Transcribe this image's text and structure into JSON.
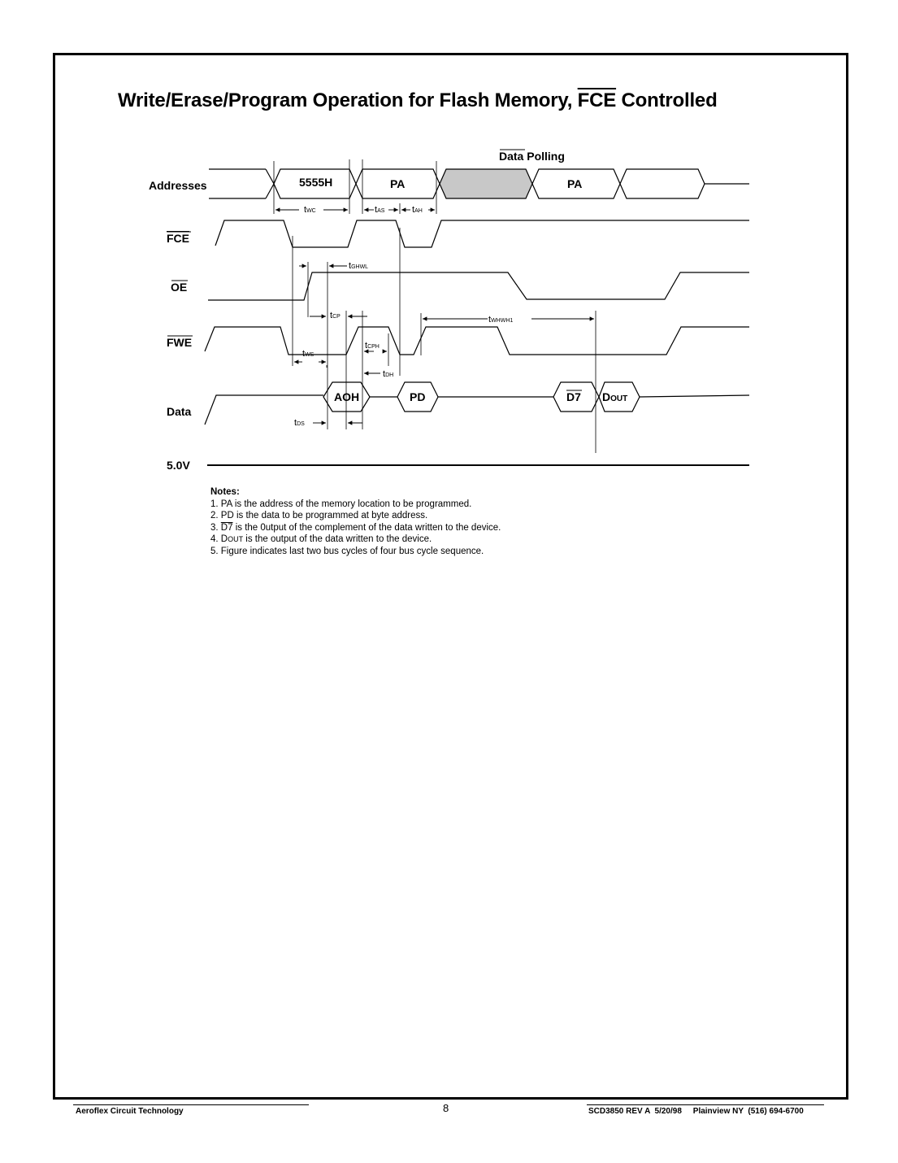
{
  "title": {
    "pre": "Write/Erase/Program Operation for Flash Memory, ",
    "overbar": "FCE",
    "post": " Controlled"
  },
  "signals": {
    "addresses": "Addresses",
    "fce": "FCE",
    "oe": "OE",
    "fwe": "FWE",
    "data": "Data",
    "vcc": "5.0V"
  },
  "bus_labels": {
    "addr_5555h": "5555H",
    "addr_pa_1": "PA",
    "addr_pa_2": "PA",
    "data_polling_overbar": "Data",
    "data_polling_rest": " Polling",
    "data_aoh": "AOH",
    "data_pd": "PD",
    "data_d7": "D7",
    "data_dout_d": "D",
    "data_dout_rest": "OUT"
  },
  "timing": {
    "twc": {
      "t": "t",
      "sub": "WC"
    },
    "tas": {
      "t": "t",
      "sub": "AS"
    },
    "tah": {
      "t": "t",
      "sub": "AH"
    },
    "tghwl": {
      "t": "t",
      "sub": "GHWL"
    },
    "tcp": {
      "t": "t",
      "sub": "CP"
    },
    "twhwh1": {
      "t": "t",
      "sub": "WHWH1"
    },
    "tcph": {
      "t": "t",
      "sub": "CPH"
    },
    "tws": {
      "t": "t",
      "sub": "WS"
    },
    "tdh": {
      "t": "t",
      "sub": "DH"
    },
    "tds": {
      "t": "t",
      "sub": "DS"
    }
  },
  "notes": {
    "heading": "Notes:",
    "n1": "1. PA is the address of the memory location to be programmed.",
    "n2": "2. PD is the data to be programmed at byte address.",
    "n3_pre": "3. ",
    "n3_overbar": "D7",
    "n3_post": " is the 0utput of the complement of the data written to the device.",
    "n4_pre": "4. D",
    "n4_small": "OUT",
    "n4_post": " is the output of the data written to the device.",
    "n5": "5. Figure indicates last two bus cycles of four bus cycle sequence."
  },
  "footer": {
    "left": "Aeroflex Circuit Technology",
    "page": "8",
    "right": "SCD3850 REV A  5/20/98     Plainview NY  (516) 694-6700"
  }
}
